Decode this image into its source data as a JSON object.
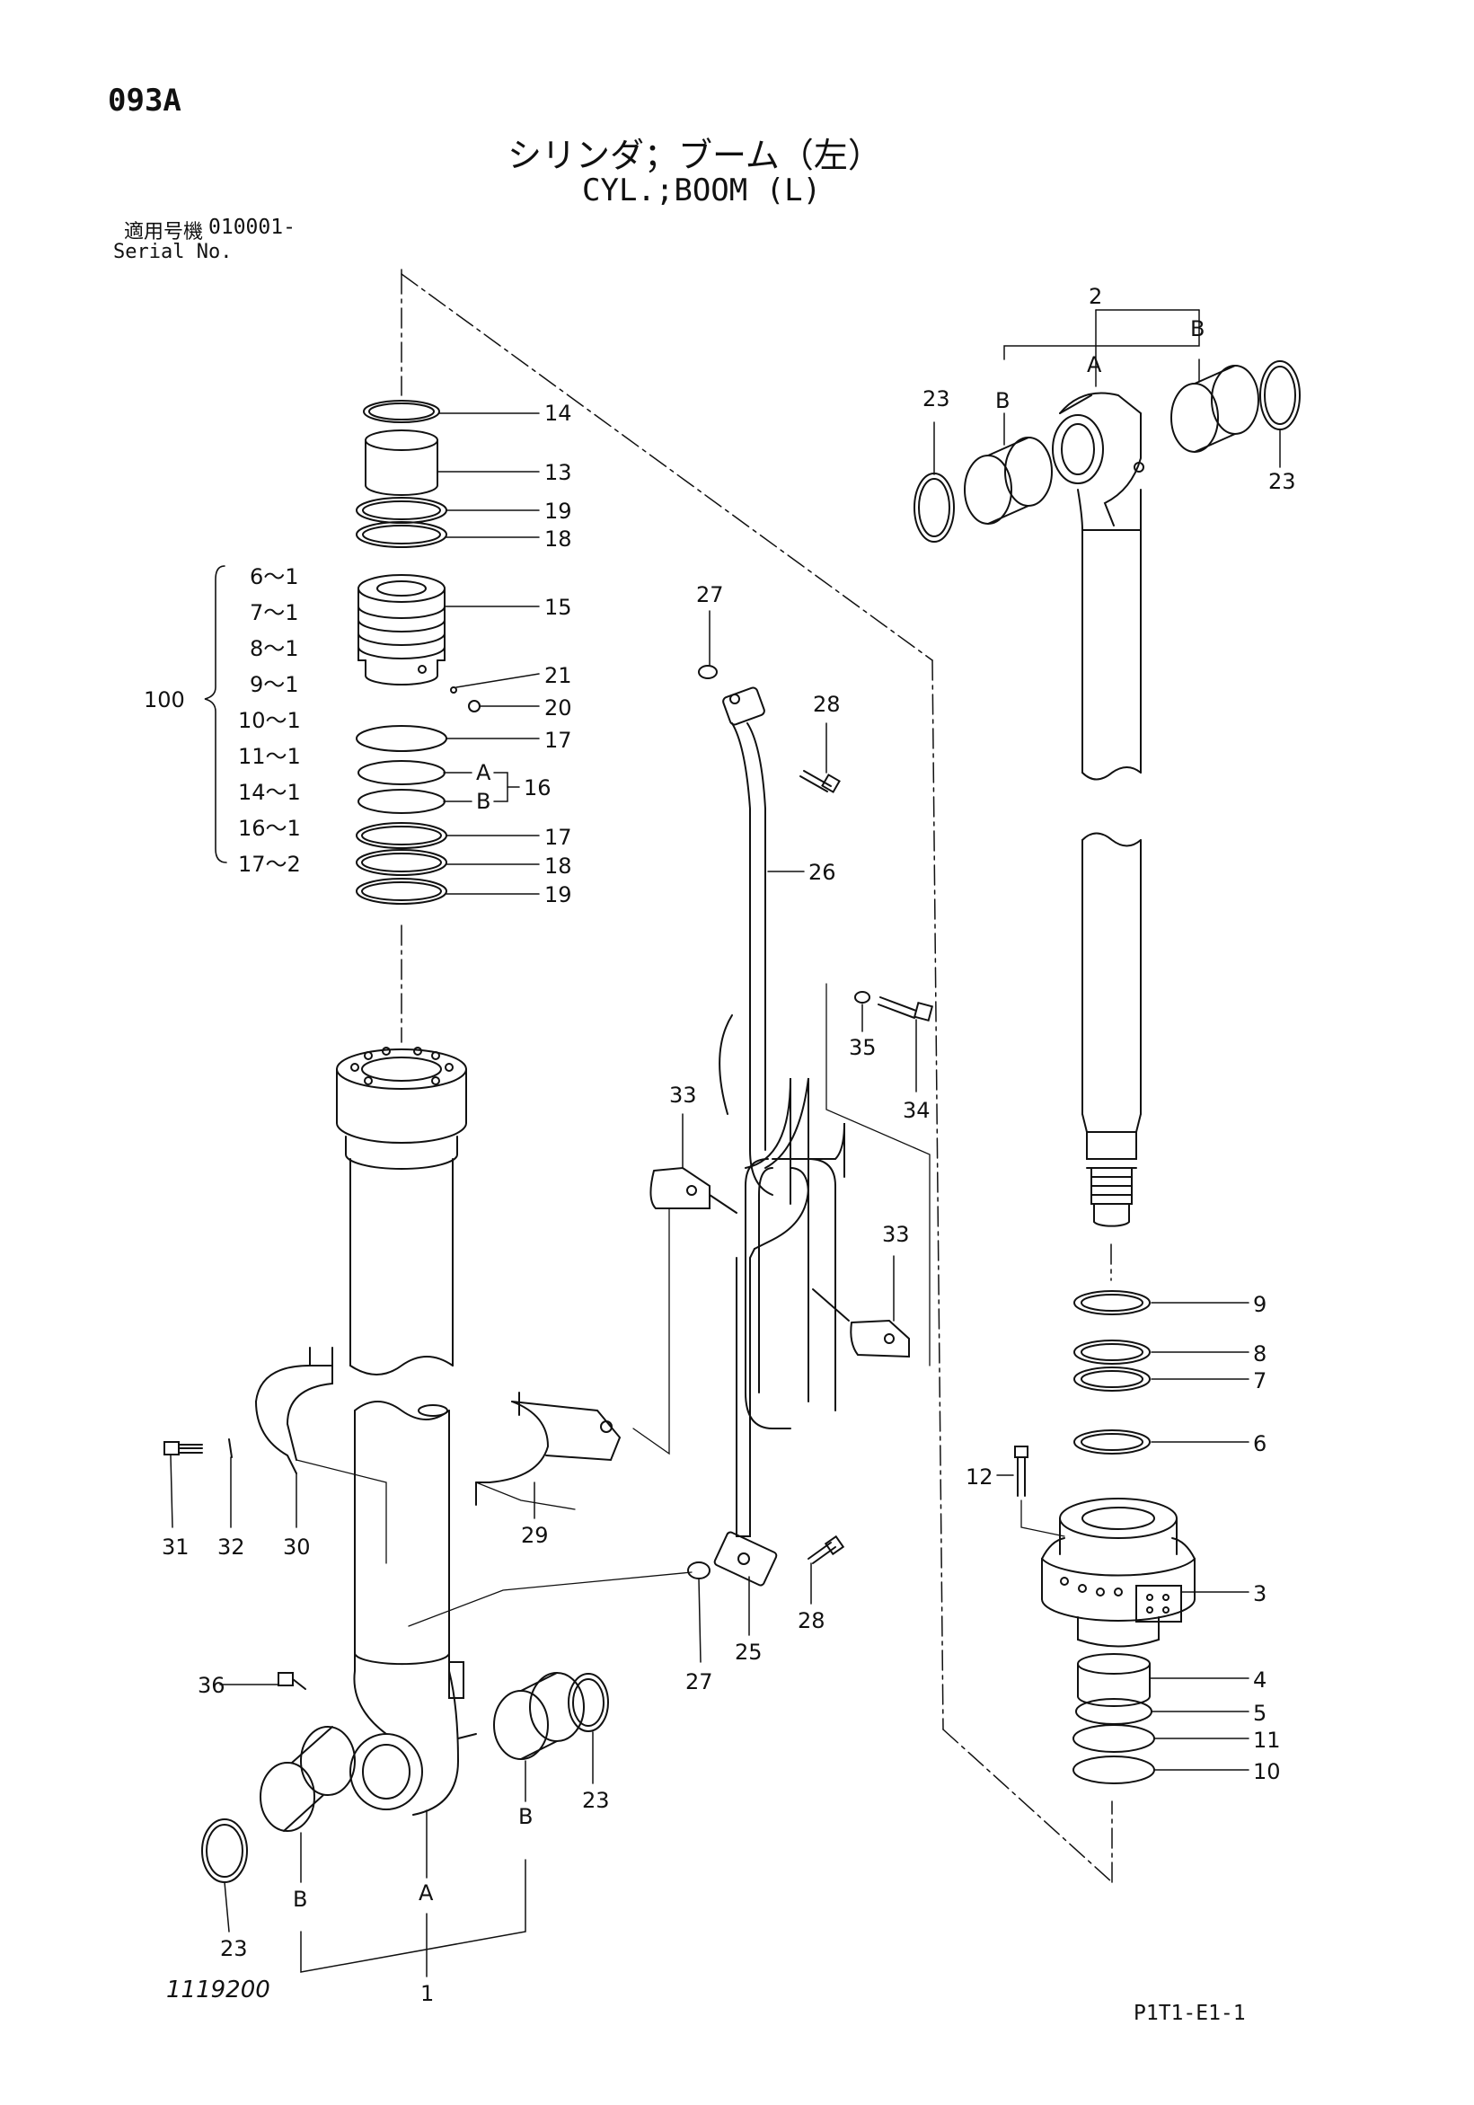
{
  "header": {
    "page_code": "093A",
    "title_jp": "シリンダ；ブーム（左）",
    "title_en": "CYL.;BOOM (L)",
    "serial_label_jp": "適用号機",
    "serial_value": "010001-",
    "serial_label_en": "Serial No."
  },
  "footer": {
    "drawing_no": "1119200",
    "page_ref": "P1T1-E1-1"
  },
  "kit": {
    "id": "100",
    "items": [
      "6～1",
      "7～1",
      "8～1",
      "9～1",
      "10～1",
      "11～1",
      "14～1",
      "16～1",
      "17～2"
    ]
  },
  "callouts": {
    "n1": "1",
    "n2": "2",
    "n3": "3",
    "n4": "4",
    "n5": "5",
    "n6": "6",
    "n7": "7",
    "n8": "8",
    "n9": "9",
    "n10": "10",
    "n11": "11",
    "n12": "12",
    "n13": "13",
    "n14": "14",
    "n15": "15",
    "n16": "16",
    "n17": "17",
    "n18": "18",
    "n19": "19",
    "n20": "20",
    "n21": "21",
    "n23": "23",
    "n25": "25",
    "n26": "26",
    "n27": "27",
    "n28": "28",
    "n29": "29",
    "n30": "30",
    "n31": "31",
    "n32": "32",
    "n33": "33",
    "n34": "34",
    "n35": "35",
    "n36": "36",
    "A": "A",
    "B": "B"
  },
  "colors": {
    "ink": "#111111",
    "background": "#ffffff"
  }
}
